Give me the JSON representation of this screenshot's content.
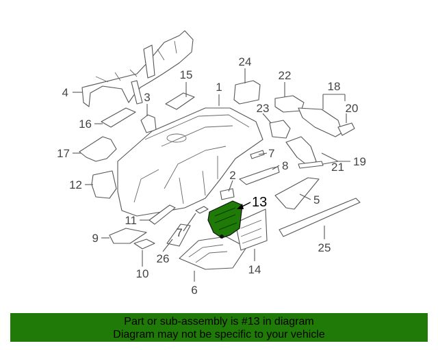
{
  "diagram": {
    "callouts": [
      "1",
      "2",
      "3",
      "4",
      "5",
      "6",
      "7",
      "7",
      "8",
      "9",
      "10",
      "11",
      "12",
      "13",
      "14",
      "15",
      "16",
      "17",
      "18",
      "19",
      "20",
      "21",
      "22",
      "23",
      "24",
      "25",
      "26"
    ],
    "highlighted_part": "13",
    "highlight_color": "#1f7a07"
  },
  "banner": {
    "line1": "Part or sub-assembly is #13 in diagram",
    "line2": "Diagram may not be specific to your vehicle",
    "background": "#1f7a07"
  }
}
